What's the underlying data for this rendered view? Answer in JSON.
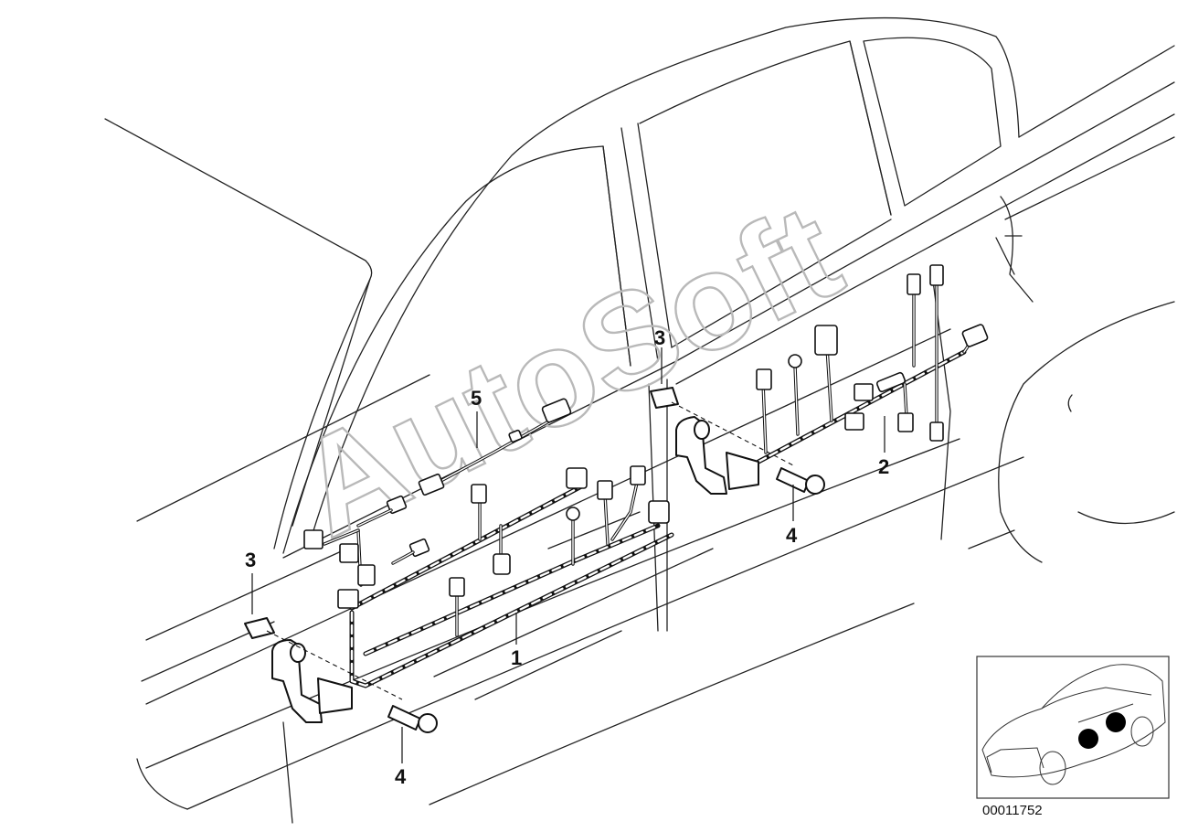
{
  "callouts": {
    "harness_front": "1",
    "harness_rear": "2",
    "grommet_front": "3",
    "grommet_rear": "3",
    "bolt_front": "4",
    "bolt_rear": "4",
    "cable_5": "5"
  },
  "watermark": "AutoSoft",
  "catalog_number": "00011752"
}
